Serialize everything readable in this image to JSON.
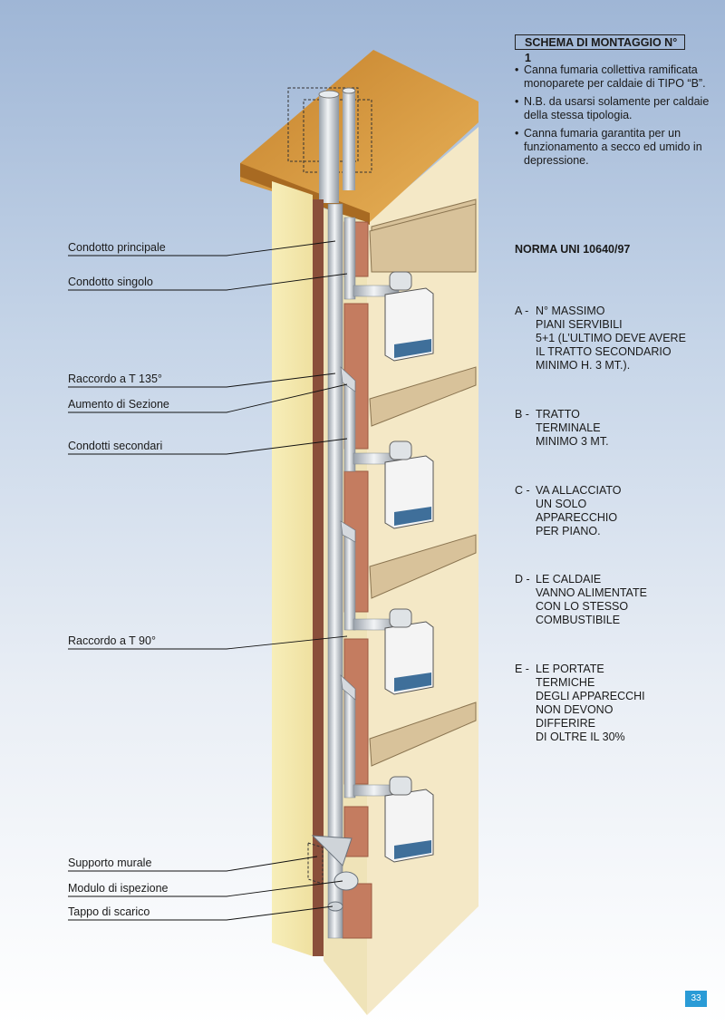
{
  "title": "SCHEMA DI MONTAGGIO N° 1",
  "bullets": [
    "Canna fumaria collettiva ramificata monoparete per caldaie di TIPO “B”.",
    "N.B. da usarsi solamente per caldaie della stessa tipologia.",
    "Canna fumaria garantita per un funzionamento a secco ed umido in depressione."
  ],
  "norma": "NORMA UNI 10640/97",
  "notes": [
    {
      "letter": "A -",
      "text": "N° MASSIMO\nPIANI SERVIBILI\n5+1 (L’ULTIMO DEVE AVERE\nIL TRATTO SECONDARIO\nMINIMO H. 3 MT.)."
    },
    {
      "letter": "B -",
      "text": "TRATTO\nTERMINALE\nMINIMO 3 MT."
    },
    {
      "letter": "C -",
      "text": "VA ALLACCIATO\nUN SOLO\nAPPARECCHIO\nPER PIANO."
    },
    {
      "letter": "D -",
      "text": "LE CALDAIE\nVANNO ALIMENTATE\nCON LO STESSO\nCOMBUSTIBILE"
    },
    {
      "letter": "E -",
      "text": "LE PORTATE\nTERMICHE\nDEGLI APPARECCHI\nNON DEVONO\nDIFFERIRE\nDI OLTRE IL 30%"
    }
  ],
  "labels": [
    "Condotto principale",
    "Condotto singolo",
    "Raccordo a T 135°",
    "Aumento di Sezione",
    "Condotti secondari",
    "Raccordo a T 90°",
    "Supporto murale",
    "Modulo di ispezione",
    "Tappo di scarico"
  ],
  "page_number": "33",
  "colors": {
    "roof": "#d89a3c",
    "wall": "#f6ecb6",
    "brick": "#c47c60",
    "pipe": "#d9dde2",
    "shelf": "#d8c29a",
    "boiler": "#f4f4f4",
    "boiler_panel": "#3f6f9a",
    "page_badge": "#2a9bd6"
  }
}
